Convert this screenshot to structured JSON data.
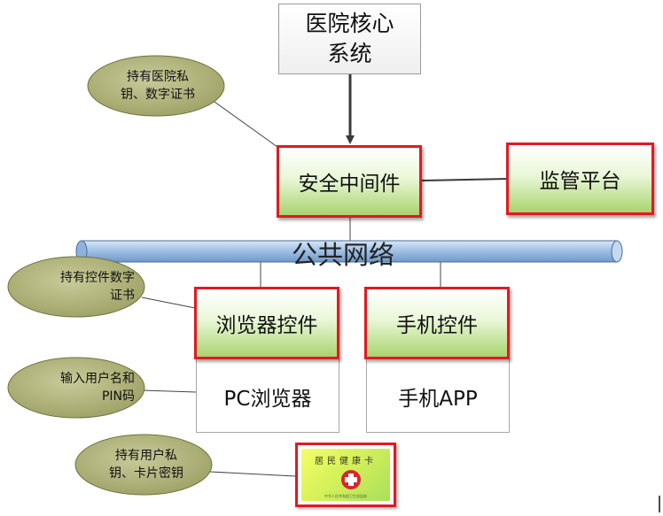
{
  "diagram": {
    "core_system": "医院核心\n系统",
    "middleware": "安全中间件",
    "supervision": "监管平台",
    "network": "公共网络",
    "browser_plugin": "浏览器控件",
    "mobile_plugin": "手机控件",
    "pc_browser": "PC浏览器",
    "mobile_app": "手机APP",
    "health_card": {
      "title": "居民健康卡",
      "footer": "中华人民共和国卫生部监制",
      "cross_color": "#d8262e"
    },
    "notes": {
      "hospital_keys": "持有医院私\n钥、数字证书",
      "plugin_cert": "持有控件数字\n证书",
      "user_pin": "输入用户名和\nPIN码",
      "card_keys": "持有用户私\n钥、卡片密钥"
    },
    "colors": {
      "highlight_border": "#e01a22",
      "green_fill": "#a9d46e",
      "bubble_fill": "#a8ad75",
      "pipe_fill": "#a3c1e3"
    }
  }
}
